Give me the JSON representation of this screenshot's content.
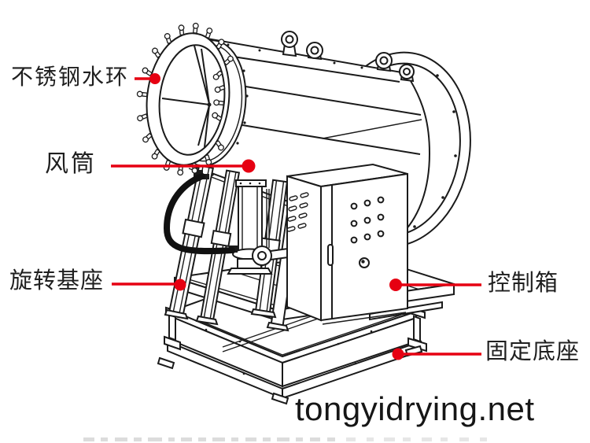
{
  "diagram": {
    "type": "labeled technical illustration of a fog cannon sprayer machine",
    "watermark": "tongyidrying.net",
    "labels": [
      {
        "id": "water-ring",
        "text": "不锈钢水环"
      },
      {
        "id": "air-duct",
        "text": "风筒"
      },
      {
        "id": "rotating-base",
        "text": "旋转基座"
      },
      {
        "id": "control-box",
        "text": "控制箱"
      },
      {
        "id": "fixed-base",
        "text": "固定底座"
      }
    ],
    "colors": {
      "annotation_red": "#e60012",
      "line_black": "#1a1a1a",
      "background": "#ffffff"
    }
  }
}
